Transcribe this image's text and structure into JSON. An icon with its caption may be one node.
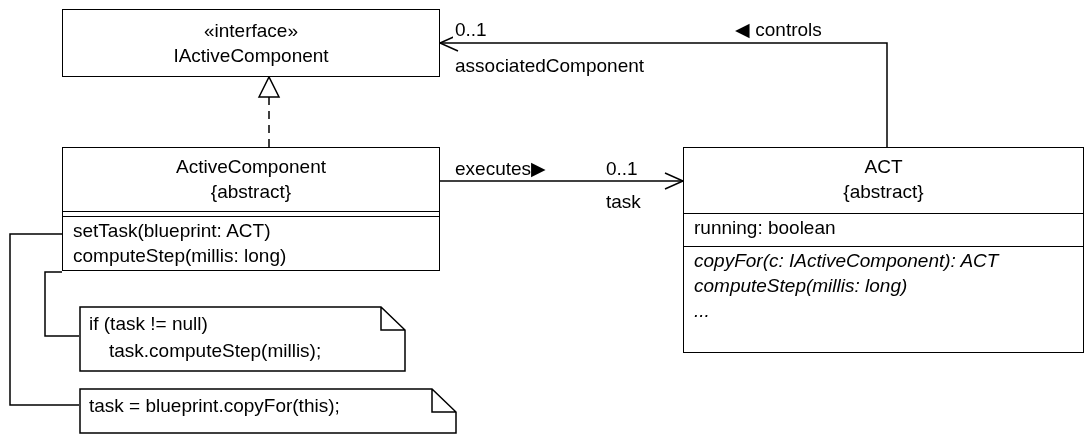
{
  "diagram": {
    "nodes": [
      {
        "text": [
          "«interface»",
          "IActiveComponent"
        ]
      },
      {
        "text": [
          "ActiveComponent",
          "{abstract}",
          "setTask(blueprint: ACT)",
          "computeStep(millis: long)"
        ]
      },
      {
        "text": [
          "ACT",
          "{abstract}",
          "running: boolean",
          "copyFor(c: IActiveComponent): ACT",
          "computeStep(millis: long)",
          "..."
        ]
      },
      {
        "text": [
          "if (task != null) task.computeStep(millis);"
        ]
      },
      {
        "text": [
          "task = blueprint.copyFor(this);"
        ]
      }
    ],
    "edges": [
      {
        "from": 1,
        "to": 0,
        "arrow": "to",
        "style": "dashed"
      },
      {
        "from": 2,
        "to": 0,
        "arrow": "to",
        "label": "◀ controls"
      },
      {
        "from": 1,
        "to": 2,
        "arrow": "to",
        "label": "executes▶"
      },
      {
        "from": 1,
        "to": 3,
        "arrow": "none"
      },
      {
        "from": 1,
        "to": 4,
        "arrow": "none"
      }
    ],
    "labels": [
      "0..1",
      "associatedComponent",
      "0..1",
      "task"
    ]
  }
}
